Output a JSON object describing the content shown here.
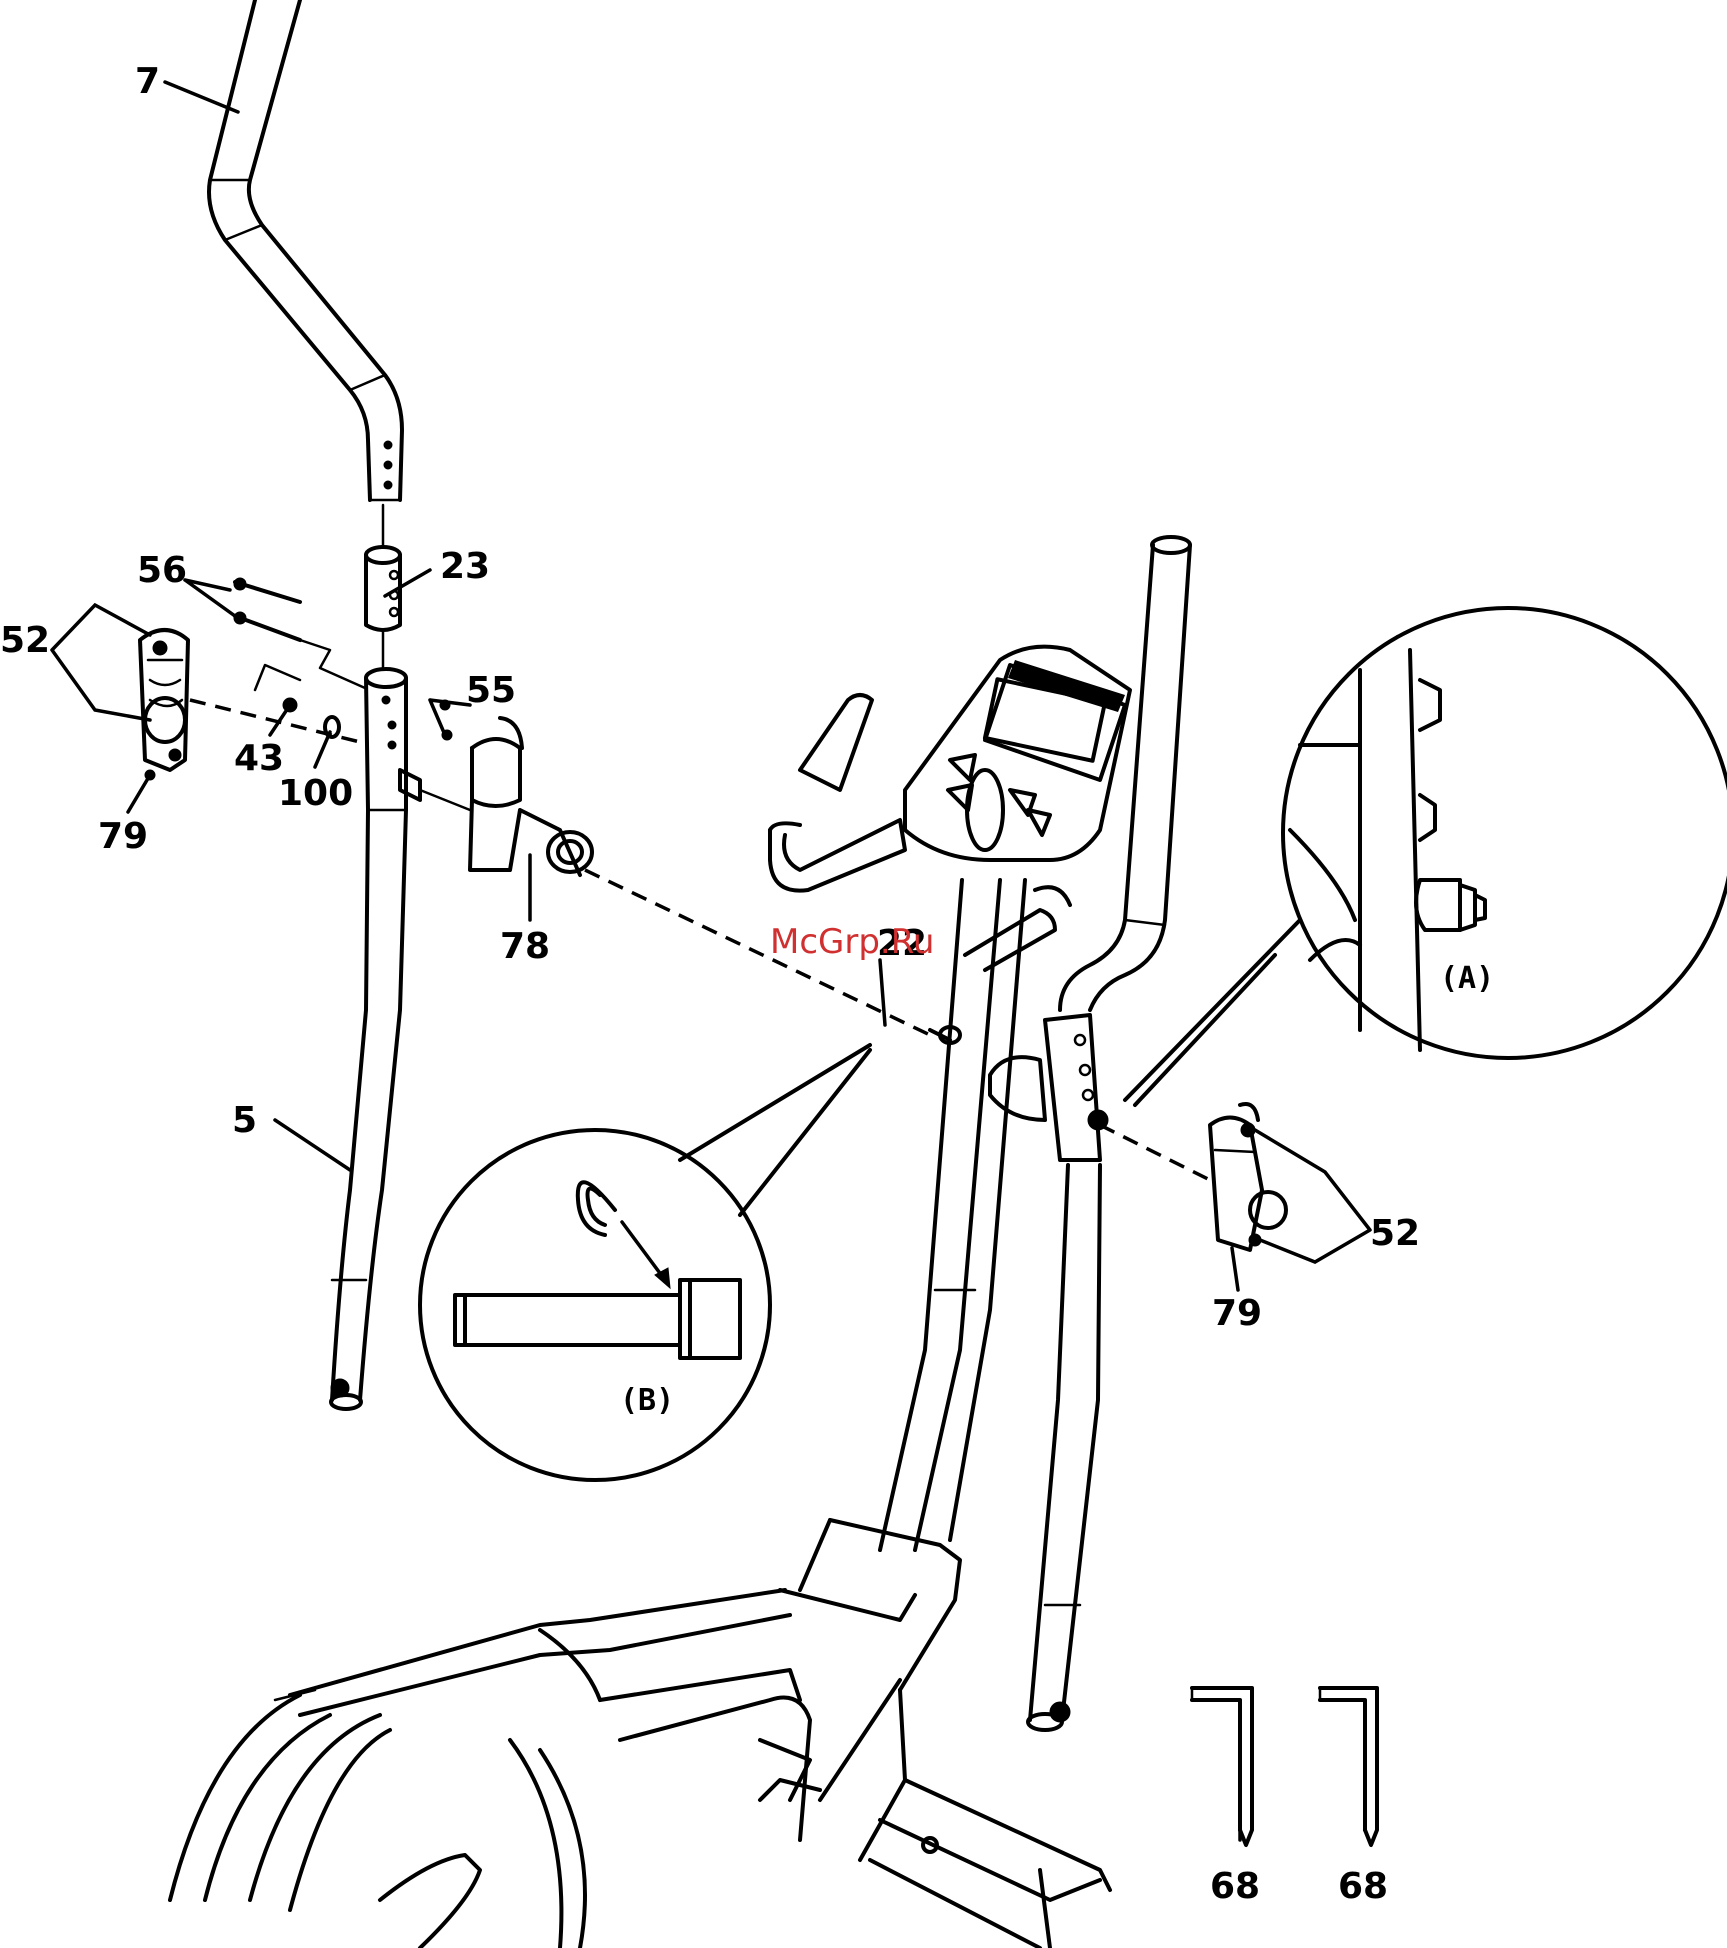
{
  "watermark": "McGrp.Ru",
  "callouts": {
    "p7": "7",
    "p56": "56",
    "p23": "23",
    "p52_left": "52",
    "p55": "55",
    "p43": "43",
    "p100": "100",
    "p79_left": "79",
    "p78": "78",
    "p22": "22",
    "p5": "5",
    "p52_right": "52",
    "p79_right": "79",
    "p68_a": "68",
    "p68_b": "68"
  },
  "details": {
    "a_label": "(A)",
    "b_label": "(B)"
  }
}
